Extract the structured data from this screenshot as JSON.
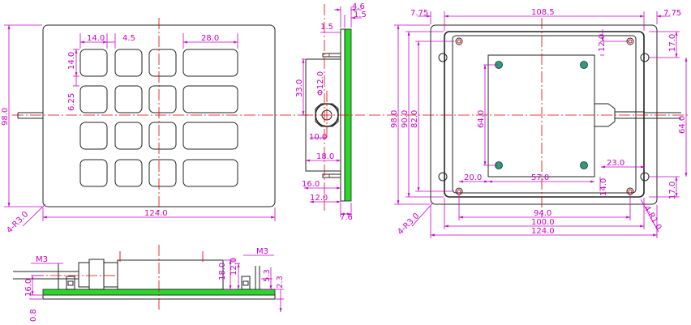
{
  "colors": {
    "dimension": "#c800c8",
    "outline": "#222222",
    "centerline": "#e00000",
    "pcb": "#2bd62b",
    "standoff": "#2a9d80"
  },
  "front_view": {
    "dims": {
      "key_w": "14.0",
      "key_gap": "4.5",
      "wide_key_w": "28.0",
      "key_h": "14.0",
      "row_gap": "6.25",
      "height": "98.0",
      "width": "124.0",
      "corner": "4-R3.0"
    }
  },
  "side_view": {
    "dims": {
      "top_a": "4.6",
      "top_b": "1.5",
      "left_top": "1.5",
      "cable_h": "33.0",
      "gland_dia": "Φ12.0",
      "gland_depth": "10.0",
      "depth": "18.0",
      "standoff": "16.0",
      "base": "12.0",
      "thickness": "7.6"
    }
  },
  "rear_view": {
    "dims": {
      "margin_left": "7.75",
      "width_inner": "108.5",
      "margin_right": "7.75",
      "height": "98.0",
      "height_b": "90.0",
      "height_c": "82.0",
      "hole_offset": "12.0",
      "pcb_h": "64.0",
      "right_top": "17.0",
      "right_mid": "64.0",
      "right_bot": "17.0",
      "gland_off": "23.0",
      "bottom_left": "20.0",
      "pcb_w": "57.0",
      "pcb_bottom": "14.0",
      "w1": "94.0",
      "w2": "100.0",
      "w3": "124.0",
      "corner": "4-R3.0",
      "corner_r": "4-R1.0"
    }
  },
  "bottom_view": {
    "dims": {
      "thread_l": "M3",
      "thread_r": "M3",
      "height_l": "16.0",
      "plate": "0.8",
      "h18": "18.0",
      "h12": "12.0",
      "h53": "5.3",
      "h23": "2.3"
    }
  }
}
